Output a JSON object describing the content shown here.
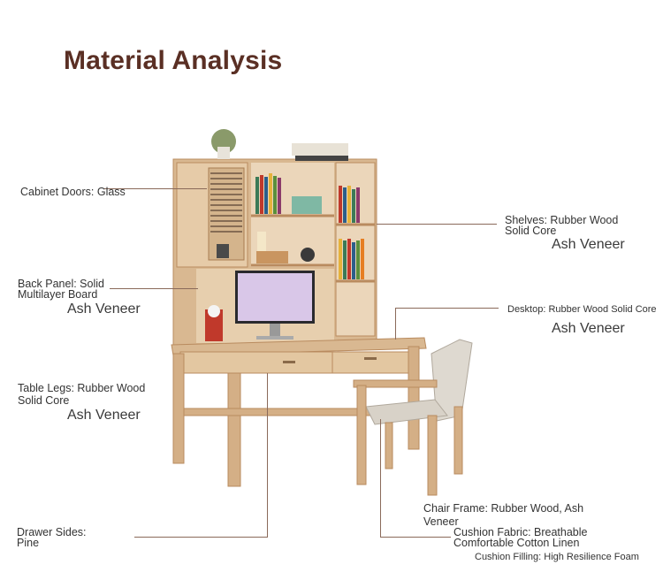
{
  "title": "Material Analysis",
  "labels": {
    "cabinet_doors": "Cabinet Doors: Glass",
    "back_panel_1": "Back Panel: Solid",
    "back_panel_2": "Multilayer Board",
    "back_panel_ash": "Ash Veneer",
    "table_legs_1": "Table Legs: Rubber Wood",
    "table_legs_2": "Solid Core",
    "table_legs_ash": "Ash Veneer",
    "drawer_sides_1": "Drawer Sides:",
    "drawer_sides_2": "Pine",
    "shelves_1": "Shelves: Rubber Wood",
    "shelves_2": "Solid Core",
    "shelves_ash": "Ash Veneer",
    "desktop_1": "Desktop: Rubber Wood Solid Core",
    "desktop_ash": "Ash Veneer",
    "chair_frame_1": "Chair Frame: Rubber Wood, Ash",
    "chair_frame_2": "Veneer",
    "cushion_fabric_1": "Cushion Fabric: Breathable",
    "cushion_fabric_2": "Comfortable Cotton Linen",
    "cushion_filling": "Cushion Filling: High Resilience Foam"
  },
  "colors": {
    "title": "#5a2f24",
    "wood_light": "#e2c6a2",
    "wood_mid": "#cfa97f",
    "wood_dark": "#b98b5f",
    "leader_line": "#8a6a5a"
  }
}
